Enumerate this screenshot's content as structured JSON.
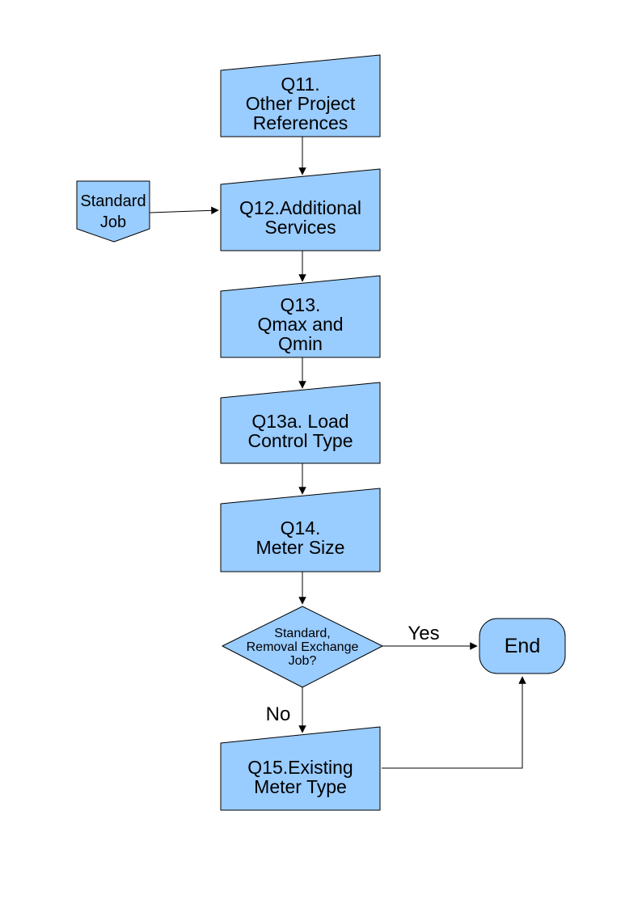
{
  "flowchart": {
    "colors": {
      "node_fill": "#99CCFF",
      "line": "#000000",
      "text": "#000000",
      "background": "#FFFFFF"
    },
    "nodes": {
      "q11": {
        "label": "Q11.\nOther Project\nReferences",
        "shape": "card"
      },
      "standard_job": {
        "label": "Standard\nJob",
        "shape": "off-page-connector"
      },
      "q12": {
        "label": "Q12.Additional\nServices",
        "shape": "card"
      },
      "q13": {
        "label": "Q13.\nQmax and\nQmin",
        "shape": "card"
      },
      "q13a": {
        "label": "Q13a. Load\nControl Type",
        "shape": "card"
      },
      "q14": {
        "label": "Q14.\nMeter Size",
        "shape": "card"
      },
      "decision": {
        "label": "Standard,\nRemoval Exchange\nJob?",
        "shape": "decision-diamond"
      },
      "q15": {
        "label": "Q15.Existing\nMeter Type",
        "shape": "card"
      },
      "end": {
        "label": "End",
        "shape": "terminator"
      }
    },
    "edge_labels": {
      "yes": "Yes",
      "no": "No"
    },
    "edges": [
      {
        "from": "q11",
        "to": "q12",
        "label": ""
      },
      {
        "from": "standard_job",
        "to": "q12",
        "label": ""
      },
      {
        "from": "q12",
        "to": "q13",
        "label": ""
      },
      {
        "from": "q13",
        "to": "q13a",
        "label": ""
      },
      {
        "from": "q13a",
        "to": "q14",
        "label": ""
      },
      {
        "from": "q14",
        "to": "decision",
        "label": ""
      },
      {
        "from": "decision",
        "to": "end",
        "label": "Yes"
      },
      {
        "from": "decision",
        "to": "q15",
        "label": "No"
      },
      {
        "from": "q15",
        "to": "end",
        "label": ""
      }
    ]
  }
}
